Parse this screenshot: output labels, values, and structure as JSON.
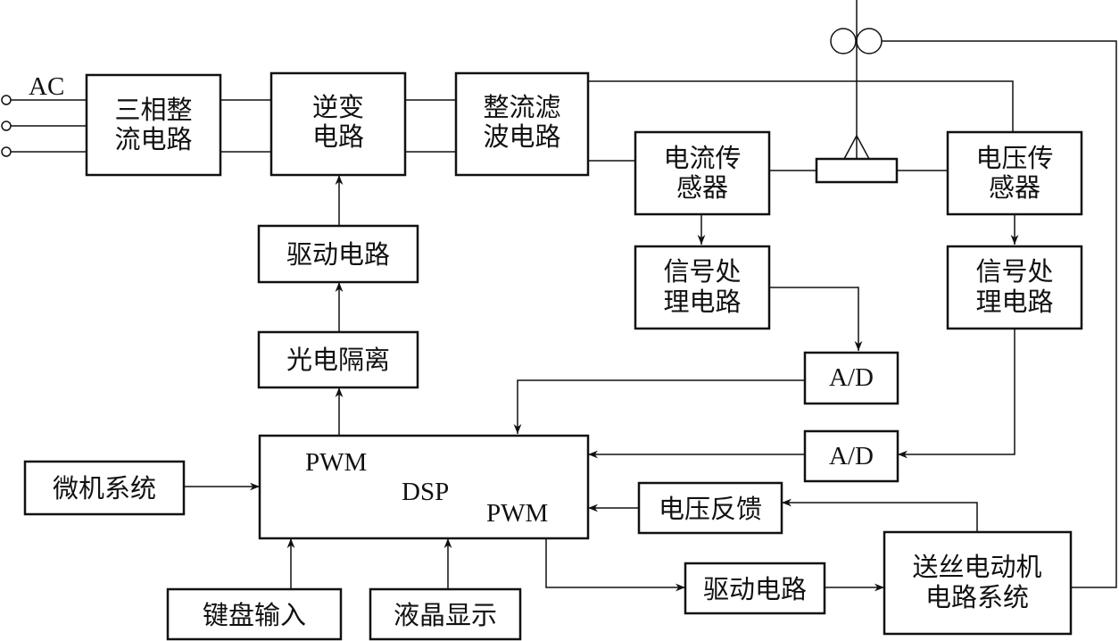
{
  "blocks": {
    "rectifier": [
      "三相整",
      "流电路"
    ],
    "inverter": [
      "逆变",
      "电路"
    ],
    "filter": [
      "整流滤",
      "波电路"
    ],
    "current_sensor": [
      "电流传",
      "感器"
    ],
    "voltage_sensor": [
      "电压传",
      "感器"
    ],
    "signal_proc_1": [
      "信号处",
      "理电路"
    ],
    "signal_proc_2": [
      "信号处",
      "理电路"
    ],
    "drive_top": "驱动电路",
    "opto_isolation": "光电隔离",
    "adc_1": "A/D",
    "adc_2": "A/D",
    "dsp": {
      "pwm_top": "PWM",
      "name": "DSP",
      "pwm_bottom": "PWM"
    },
    "microcomputer": "微机系统",
    "voltage_feedback": "电压反馈",
    "keyboard": "键盘输入",
    "lcd": "液晶显示",
    "drive_bottom": "驱动电路",
    "wire_feed": [
      "送丝电动机",
      "电路系统"
    ]
  },
  "labels": {
    "ac": "AC"
  }
}
